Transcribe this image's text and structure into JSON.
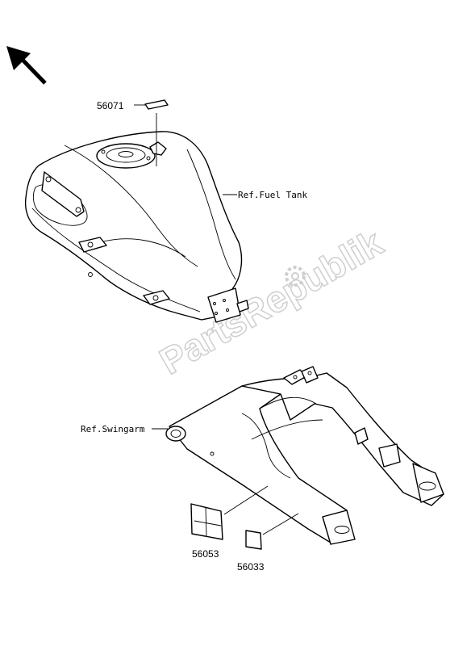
{
  "labels": {
    "fuel_tank_ref": "Ref.Fuel Tank",
    "swingarm_ref": "Ref.Swingarm"
  },
  "parts": {
    "p56071": "56071",
    "p56053": "56053",
    "p56033": "56033"
  },
  "watermark": "PartsRepublik"
}
